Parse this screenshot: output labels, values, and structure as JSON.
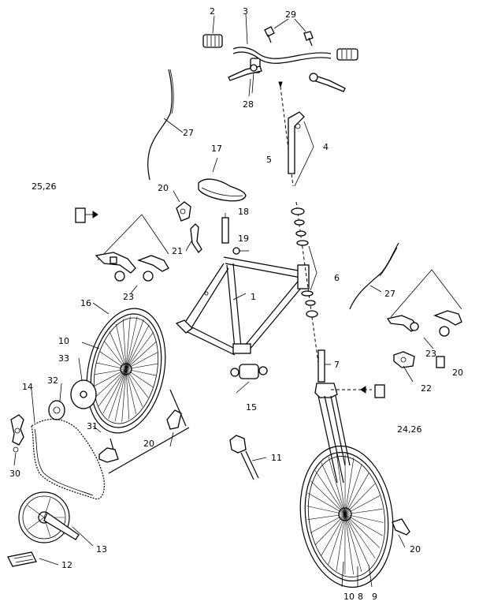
{
  "callouts": {
    "n1": "1",
    "n2": "2",
    "n3": "3",
    "n4": "4",
    "n5": "5",
    "n6": "6",
    "n7": "7",
    "n8": "8",
    "n9": "9",
    "n10a": "10",
    "n10b": "10",
    "n11": "11",
    "n12": "12",
    "n13": "13",
    "n14": "14",
    "n15": "15",
    "n16": "16",
    "n17": "17",
    "n18": "18",
    "n19": "19",
    "n20a": "20",
    "n20b": "20",
    "n20c": "20",
    "n20d": "20",
    "n21": "21",
    "n22": "22",
    "n23a": "23",
    "n23b": "23",
    "n24_26": "24,26",
    "n25_26": "25,26",
    "n27a": "27",
    "n27b": "27",
    "n28": "28",
    "n29": "29",
    "n30": "30",
    "n31": "31",
    "n32": "32",
    "n33": "33"
  }
}
